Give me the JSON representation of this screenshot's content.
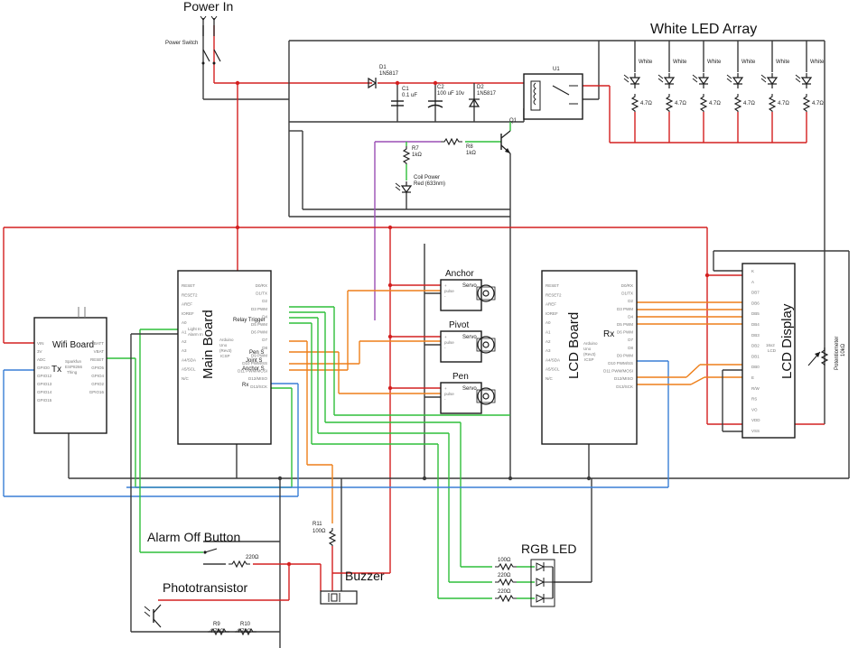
{
  "titles": {
    "power_in": "Power In",
    "power_switch": "Power Switch",
    "led_array": "White LED Array",
    "alarm_off": "Alarm Off Button",
    "phototransistor": "Phototransistor",
    "buzzer": "Buzzer",
    "rgb_led": "RGB LED",
    "lcd_display": "LCD Display",
    "anchor": "Anchor",
    "pivot": "Pivot",
    "pen": "Pen",
    "servo": "Servo"
  },
  "power": {
    "d1_ref": "D1",
    "d1_val": "1N5817",
    "c1_ref": "C1",
    "c1_val": "0.1 uF",
    "c2_ref": "C2",
    "c2_val": "100 uF 10v",
    "d2_ref": "D2",
    "d2_val": "1N5817",
    "u1": "U1",
    "q1": "Q1",
    "r7_ref": "R7",
    "r7_val": "1kΩ",
    "r8_ref": "R8",
    "r8_val": "1kΩ",
    "coil_led_1": "Coil Power",
    "coil_led_2": "Red (633nm)"
  },
  "led_array": {
    "led_label": "White",
    "resistor": "4.7Ω",
    "count": 6
  },
  "wifi": {
    "title": "Wifi Board",
    "tx": "Tx",
    "sub1": "Sparkfun",
    "sub2": "ESP8266",
    "sub3": "Thing",
    "left_pins": [
      "VIN",
      "3V",
      "ADC",
      "GPIO0",
      "GPIO12",
      "GPIO13",
      "GPIO14",
      "GPIO15"
    ],
    "right_pins": [
      "VBATT",
      "VBAT",
      "RESET",
      "GPIO5",
      "GPIO4",
      "GPIO2",
      "GPIO16"
    ]
  },
  "main_board": {
    "title": "Main Board",
    "sub1": "Arduino",
    "sub2": "Uno",
    "sub3": "(Rev3)",
    "sub4": "ICSP",
    "light_in": "Light In",
    "alarm_in": "Alarm In",
    "relay_trigger": "Relay Trigger",
    "pen_s": "Pen S",
    "joint_s": "Joint S",
    "anchor_s": "Anchor S",
    "rx": "Rx",
    "left_pins": [
      "RESET",
      "RESET2",
      "AREF",
      "IOREF",
      "A0",
      "A1",
      "A2",
      "A3",
      "A4/SDA",
      "A5/SCL",
      "N/C"
    ],
    "right_pins": [
      "D0/RX",
      "D1/TX",
      "D2",
      "D3 PWM",
      "D4",
      "D5 PWM",
      "D6 PWM",
      "D7",
      "D8",
      "D9 PWM",
      "D10 PWM/SS",
      "D11 PWM/MOSI",
      "D12/MISO",
      "D13/SCK"
    ]
  },
  "lcd_board": {
    "title": "LCD Board",
    "rx": "Rx",
    "sub1": "Arduino",
    "sub2": "Uno",
    "sub3": "(Rev3)",
    "sub4": "ICSP",
    "left_pins": [
      "RESET",
      "RESET2",
      "AREF",
      "IOREF",
      "A0",
      "A1",
      "A2",
      "A3",
      "A4/SDA",
      "A5/SCL",
      "N/C"
    ],
    "right_pins": [
      "D0/RX",
      "D1/TX",
      "D2",
      "D3 PWM",
      "D4",
      "D5 PWM",
      "D6 PWM",
      "D7",
      "D8",
      "D9 PWM",
      "D10 PWM/SS",
      "D11 PWM/MOSI",
      "D12/MISO",
      "D13/SCK"
    ]
  },
  "lcd_display": {
    "pins": [
      "K",
      "A",
      "DB7",
      "DB6",
      "DB5",
      "DB4",
      "DB3",
      "DB2",
      "DB1",
      "DB0",
      "E",
      "R/W",
      "RS",
      "VO",
      "VDD",
      "VSS"
    ],
    "lcd_1": "16x2",
    "lcd_2": "LCD",
    "pot_1": "Potentiometer",
    "pot_2": "10kΩ"
  },
  "servo_pins": {
    "plus": "+",
    "pulse": "pulse",
    "minus": "-"
  },
  "lower": {
    "r11_ref": "R11",
    "r11_val": "100Ω",
    "r_alarm": "220Ω",
    "r9_ref": "R9",
    "r9_val": "4.7kΩ",
    "r10_ref": "R10",
    "r10_val": "4.7kΩ",
    "rgb_r1": "100Ω",
    "rgb_r2": "220Ω",
    "rgb_r3": "220Ω"
  }
}
